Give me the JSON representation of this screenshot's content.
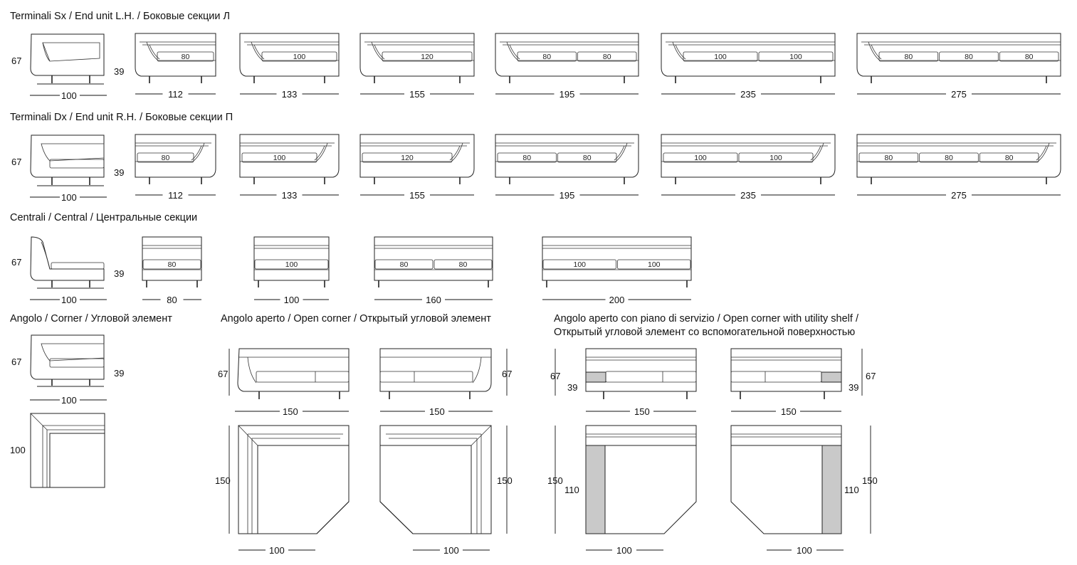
{
  "sections": {
    "end_lh": "Terminali Sx / End unit L.H. / Боковые секции Л",
    "end_rh": "Terminali Dx / End unit R.H. / Боковые секции П",
    "central": "Centrali / Central / Центральные секции",
    "corner": "Angolo / Corner / Угловой элемент",
    "open_corner": "Angolo aperto / Open corner / Открытый угловой элемент",
    "open_corner_shelf_1": "Angolo aperto con piano di servizio / Open corner with utility shelf /",
    "open_corner_shelf_2": "Открытый угловой элемент со вспомогательной поверхностью"
  },
  "dimensions": {
    "height": "67",
    "seat_height": "39",
    "side_depth": "100",
    "depth_corner": "100",
    "corner_depth_plan": "150",
    "corner_width_front": "150",
    "shelf_inner": "110"
  },
  "end_units": [
    {
      "width": "112",
      "cushions": [
        "80"
      ]
    },
    {
      "width": "133",
      "cushions": [
        "100"
      ]
    },
    {
      "width": "155",
      "cushions": [
        "120"
      ]
    },
    {
      "width": "195",
      "cushions": [
        "80",
        "80"
      ]
    },
    {
      "width": "235",
      "cushions": [
        "100",
        "100"
      ]
    },
    {
      "width": "275",
      "cushions": [
        "80",
        "80",
        "80"
      ]
    }
  ],
  "central_units": [
    {
      "width": "80",
      "cushions": [
        "80"
      ]
    },
    {
      "width": "100",
      "cushions": [
        "100"
      ]
    },
    {
      "width": "160",
      "cushions": [
        "80",
        "80"
      ]
    },
    {
      "width": "200",
      "cushions": [
        "100",
        "100"
      ]
    }
  ]
}
